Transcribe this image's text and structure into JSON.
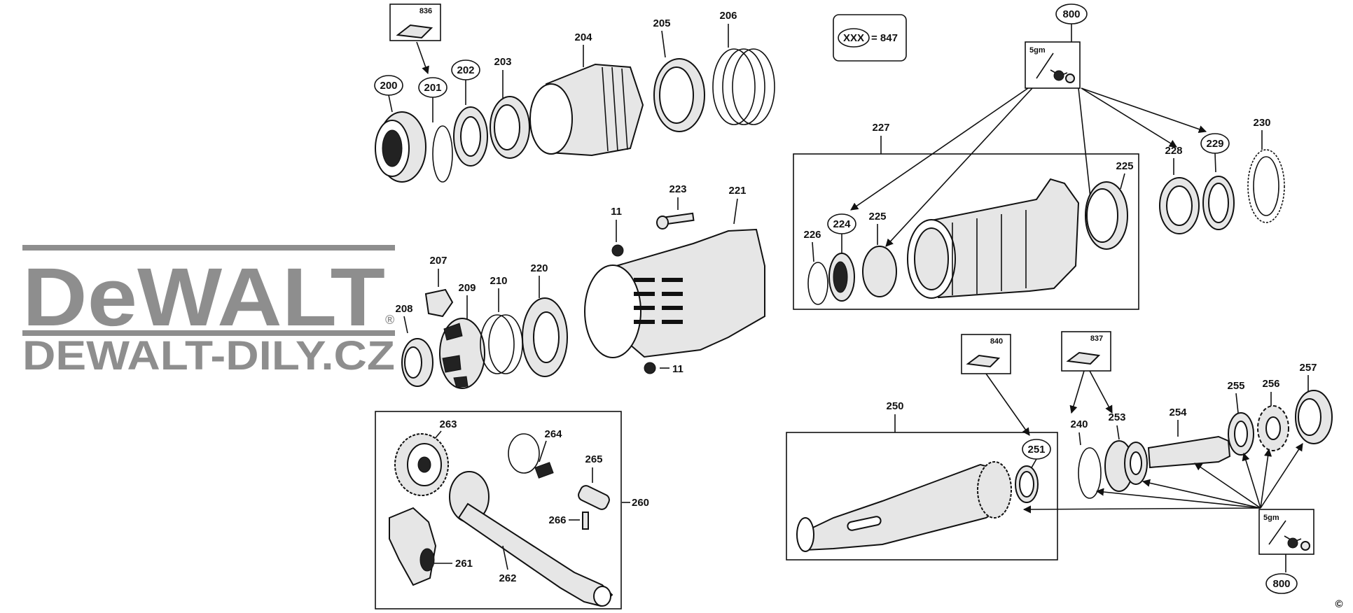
{
  "legend": {
    "key": "XXX",
    "equals": "= 847"
  },
  "copyright": "©",
  "logo": {
    "brand": "DeWALT",
    "registered": "®",
    "site": "DEWALT-DILY.CZ"
  },
  "callouts": {
    "c200": "200",
    "c201": "201",
    "c202": "202",
    "c203": "203",
    "c204": "204",
    "c205": "205",
    "c206": "206",
    "c836": "836",
    "c207": "207",
    "c208": "208",
    "c209": "209",
    "c210": "210",
    "c220": "220",
    "c221": "221",
    "c223": "223",
    "c11a": "11",
    "c11b": "11",
    "c800a": "800",
    "c5gma": "5gm",
    "c227": "227",
    "c224": "224",
    "c225a": "225",
    "c225b": "225",
    "c226": "226",
    "c228": "228",
    "c229": "229",
    "c230": "230",
    "c840": "840",
    "c837": "837",
    "c250": "250",
    "c251": "251",
    "c240": "240",
    "c253": "253",
    "c254": "254",
    "c255": "255",
    "c256": "256",
    "c257": "257",
    "c5gmb": "5gm",
    "c800b": "800",
    "c263": "263",
    "c264": "264",
    "c265": "265",
    "c266": "266",
    "c260": "260",
    "c261": "261",
    "c262": "262"
  }
}
